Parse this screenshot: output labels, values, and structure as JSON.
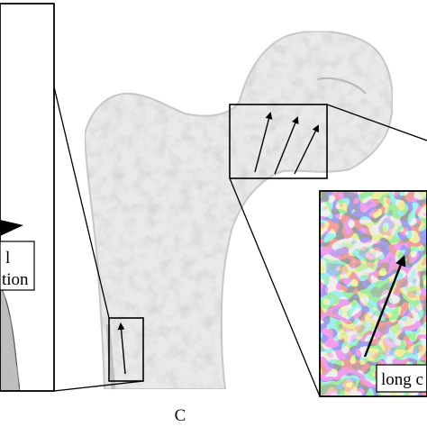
{
  "figure": {
    "panel_label": "C",
    "left_inset": {
      "label_line1": "l",
      "label_line2": "tion"
    },
    "right_inset": {
      "label": "long c"
    },
    "colors": {
      "bone_fill": "#e9e9e9",
      "bone_edge": "#c4c4c4",
      "inset_bg": "#efefef",
      "outline": "#000000"
    }
  }
}
